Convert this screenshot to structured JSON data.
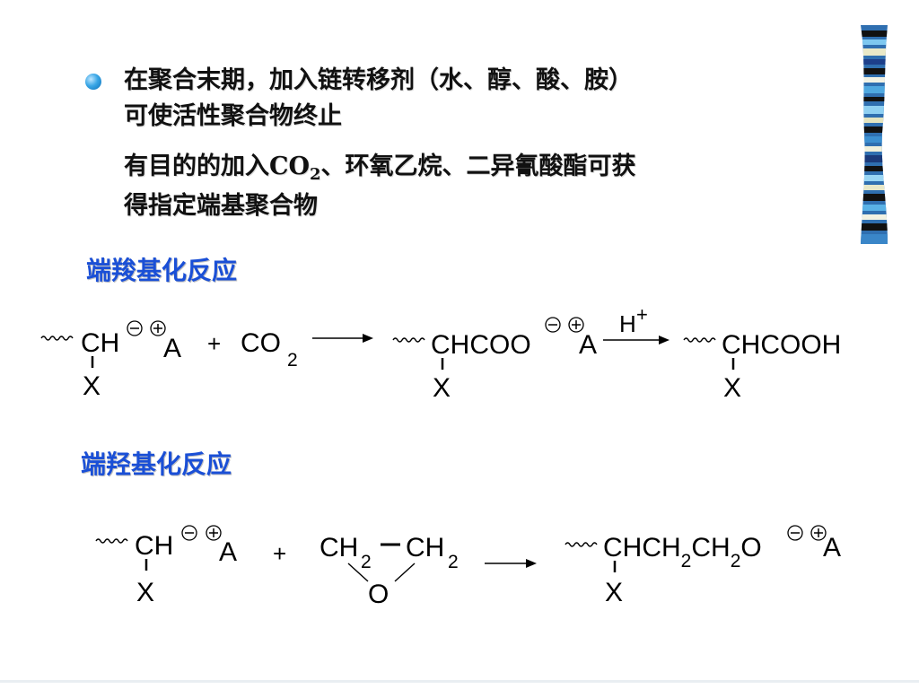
{
  "colors": {
    "heading": "#1a4fd6",
    "text": "#111111",
    "bullet": "#3aa7e6"
  },
  "icons": {
    "bullet": "circle-bullet-icon",
    "decoration": "striped-ribbon-icon"
  },
  "bullet": {
    "line1": "在聚合末期，加入链转移剂（水、醇、酸、胺）",
    "line2": "可使活性聚合物终止",
    "line3_pre": "有目的的加入",
    "line3_co": "CO",
    "line3_sub": "2",
    "line3_post": "、环氧乙烷、二异氰酸酯可获",
    "line4": "得指定端基聚合物"
  },
  "section1": {
    "heading": "端羧基化反应",
    "reactant_ch": "CH",
    "reactant_counter": "A",
    "reactant_sub": "X",
    "plus": "+",
    "co2_co": "CO",
    "co2_sub": "2",
    "intermediate": "CHCOO",
    "intermediate_counter": "A",
    "intermediate_sub": "X",
    "reagent": "H",
    "reagent_charge": "+",
    "product": "CHCOOH",
    "product_sub": "X"
  },
  "section2": {
    "heading": "端羟基化反应",
    "reactant_ch": "CH",
    "reactant_counter": "A",
    "reactant_sub": "X",
    "plus": "+",
    "epoxide_ch_left": "CH",
    "epoxide_sub_left": "2",
    "epoxide_ch_right": "CH",
    "epoxide_sub_right": "2",
    "epoxide_o": "O",
    "product_a": "CHCH",
    "product_sub1": "2",
    "product_b": "CH",
    "product_sub2": "2",
    "product_c": "O",
    "product_counter": "A",
    "product_sub": "X"
  }
}
